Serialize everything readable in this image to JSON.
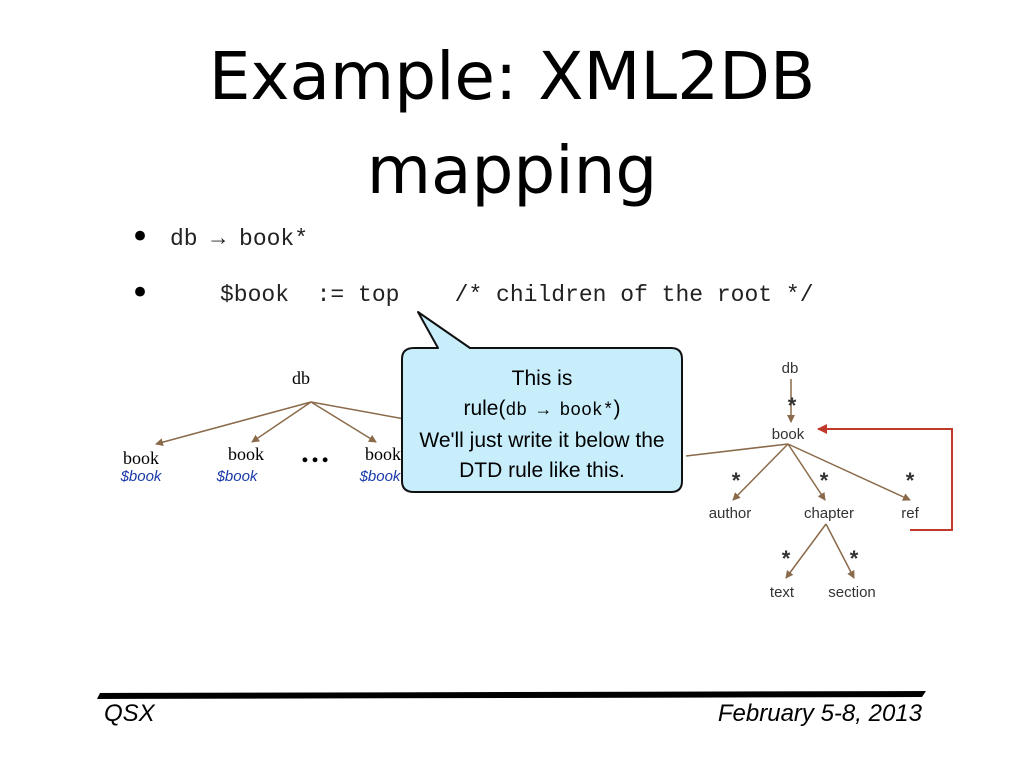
{
  "slide": {
    "title_line1": "Example: XML2DB",
    "title_line2": "mapping",
    "bullets": [
      {
        "marker": "•",
        "text": "db → book*"
      },
      {
        "marker": "•",
        "text": "$book  := top    /* children of the root */"
      }
    ]
  },
  "left_tree": {
    "root": "db",
    "children": [
      "book",
      "book",
      "book"
    ],
    "ellipsis": "…",
    "vars": [
      "$book",
      "$book",
      "$book"
    ]
  },
  "callout": {
    "line1": "This is",
    "line2_prefix": "rule(",
    "line2_code": "db → book*",
    "line2_suffix": ")",
    "line3": "We'll just write it below the",
    "line4": "DTD rule like this."
  },
  "right_tree": {
    "root": "db",
    "book": "book",
    "star": "*",
    "children": [
      "author",
      "chapter",
      "ref"
    ],
    "grandchildren": [
      "text",
      "section"
    ]
  },
  "footer": {
    "left": "QSX",
    "right": "February 5-8, 2013"
  }
}
